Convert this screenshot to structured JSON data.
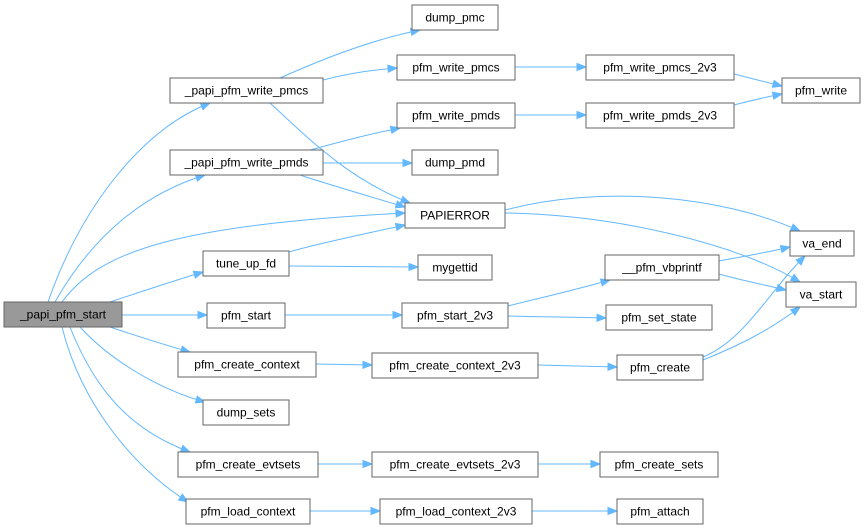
{
  "graph": {
    "colors": {
      "edge": "#63b8ff",
      "node_border": "#666666",
      "root_fill": "#999999",
      "node_fill": "#ffffff"
    },
    "nodes": [
      {
        "id": "papi_pfm_start",
        "label": "_papi_pfm_start",
        "root": true
      },
      {
        "id": "papi_pfm_write_pmcs",
        "label": "_papi_pfm_write_pmcs"
      },
      {
        "id": "papi_pfm_write_pmds",
        "label": "_papi_pfm_write_pmds"
      },
      {
        "id": "dump_pmc",
        "label": "dump_pmc"
      },
      {
        "id": "pfm_write_pmcs",
        "label": "pfm_write_pmcs"
      },
      {
        "id": "pfm_write_pmcs_2v3",
        "label": "pfm_write_pmcs_2v3"
      },
      {
        "id": "pfm_write",
        "label": "pfm_write"
      },
      {
        "id": "pfm_write_pmds",
        "label": "pfm_write_pmds"
      },
      {
        "id": "pfm_write_pmds_2v3",
        "label": "pfm_write_pmds_2v3"
      },
      {
        "id": "dump_pmd",
        "label": "dump_pmd"
      },
      {
        "id": "PAPIERROR",
        "label": "PAPIERROR"
      },
      {
        "id": "va_end",
        "label": "va_end"
      },
      {
        "id": "va_start",
        "label": "va_start"
      },
      {
        "id": "tune_up_fd",
        "label": "tune_up_fd"
      },
      {
        "id": "mygettid",
        "label": "mygettid"
      },
      {
        "id": "pfm_vbprintf",
        "label": "__pfm_vbprintf"
      },
      {
        "id": "pfm_start",
        "label": "pfm_start"
      },
      {
        "id": "pfm_start_2v3",
        "label": "pfm_start_2v3"
      },
      {
        "id": "pfm_set_state",
        "label": "pfm_set_state"
      },
      {
        "id": "pfm_create_context",
        "label": "pfm_create_context"
      },
      {
        "id": "pfm_create_context_2v3",
        "label": "pfm_create_context_2v3"
      },
      {
        "id": "pfm_create",
        "label": "pfm_create"
      },
      {
        "id": "dump_sets",
        "label": "dump_sets"
      },
      {
        "id": "pfm_create_evtsets",
        "label": "pfm_create_evtsets"
      },
      {
        "id": "pfm_create_evtsets_2v3",
        "label": "pfm_create_evtsets_2v3"
      },
      {
        "id": "pfm_create_sets",
        "label": "pfm_create_sets"
      },
      {
        "id": "pfm_load_context",
        "label": "pfm_load_context"
      },
      {
        "id": "pfm_load_context_2v3",
        "label": "pfm_load_context_2v3"
      },
      {
        "id": "pfm_attach",
        "label": "pfm_attach"
      }
    ],
    "edges": [
      {
        "from": "papi_pfm_start",
        "to": "papi_pfm_write_pmcs"
      },
      {
        "from": "papi_pfm_start",
        "to": "papi_pfm_write_pmds"
      },
      {
        "from": "papi_pfm_start",
        "to": "PAPIERROR"
      },
      {
        "from": "papi_pfm_start",
        "to": "tune_up_fd"
      },
      {
        "from": "papi_pfm_start",
        "to": "pfm_start"
      },
      {
        "from": "papi_pfm_start",
        "to": "pfm_create_context"
      },
      {
        "from": "papi_pfm_start",
        "to": "dump_sets"
      },
      {
        "from": "papi_pfm_start",
        "to": "pfm_create_evtsets"
      },
      {
        "from": "papi_pfm_start",
        "to": "pfm_load_context"
      },
      {
        "from": "papi_pfm_write_pmcs",
        "to": "dump_pmc"
      },
      {
        "from": "papi_pfm_write_pmcs",
        "to": "pfm_write_pmcs"
      },
      {
        "from": "papi_pfm_write_pmcs",
        "to": "PAPIERROR"
      },
      {
        "from": "pfm_write_pmcs",
        "to": "pfm_write_pmcs_2v3"
      },
      {
        "from": "pfm_write_pmcs_2v3",
        "to": "pfm_write"
      },
      {
        "from": "papi_pfm_write_pmds",
        "to": "pfm_write_pmds"
      },
      {
        "from": "papi_pfm_write_pmds",
        "to": "dump_pmd"
      },
      {
        "from": "papi_pfm_write_pmds",
        "to": "PAPIERROR"
      },
      {
        "from": "pfm_write_pmds",
        "to": "pfm_write_pmds_2v3"
      },
      {
        "from": "pfm_write_pmds_2v3",
        "to": "pfm_write"
      },
      {
        "from": "PAPIERROR",
        "to": "va_end"
      },
      {
        "from": "PAPIERROR",
        "to": "va_start"
      },
      {
        "from": "tune_up_fd",
        "to": "PAPIERROR"
      },
      {
        "from": "tune_up_fd",
        "to": "mygettid"
      },
      {
        "from": "pfm_start",
        "to": "pfm_start_2v3"
      },
      {
        "from": "pfm_start_2v3",
        "to": "pfm_vbprintf"
      },
      {
        "from": "pfm_start_2v3",
        "to": "pfm_set_state"
      },
      {
        "from": "pfm_vbprintf",
        "to": "va_end"
      },
      {
        "from": "pfm_vbprintf",
        "to": "va_start"
      },
      {
        "from": "pfm_create_context",
        "to": "pfm_create_context_2v3"
      },
      {
        "from": "pfm_create_context_2v3",
        "to": "pfm_create"
      },
      {
        "from": "pfm_create",
        "to": "va_end"
      },
      {
        "from": "pfm_create",
        "to": "va_start"
      },
      {
        "from": "pfm_create_evtsets",
        "to": "pfm_create_evtsets_2v3"
      },
      {
        "from": "pfm_create_evtsets_2v3",
        "to": "pfm_create_sets"
      },
      {
        "from": "pfm_load_context",
        "to": "pfm_load_context_2v3"
      },
      {
        "from": "pfm_load_context_2v3",
        "to": "pfm_attach"
      }
    ]
  }
}
